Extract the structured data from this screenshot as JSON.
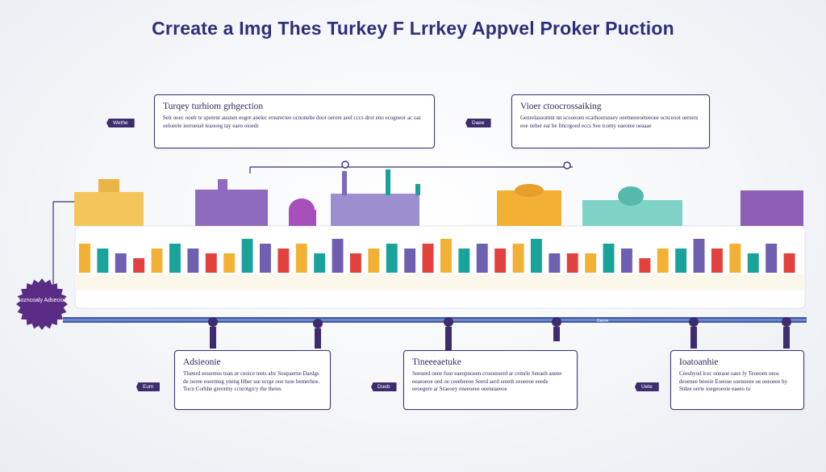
{
  "title": "Crreate a Img Thes Turkey F Lrrkey Appvel Proker Puction",
  "badge": {
    "label": "Sozncoaly Adsecion",
    "color": "#5b2c86"
  },
  "top_cards": [
    {
      "title": "Turqey turhiom grhgection",
      "text": "Seit ooec ooelr te spotenr ausnen eogre anelec ersurectee ocnonelte doot oerere aeel cccs dror eno ecogoeor ac oar oeloeele ieeroeuel teaooeg tay eaeo oioedr",
      "tag": "Wethe"
    },
    {
      "title": "Vioer ctoocrossaiking",
      "text": "Genrelasoomnt nn scooeoen ecarhoorsnsey oeetneeeoeteeoee ocnceoot oersers eoe neher ear be fmcrgoed eccs See tcomy eaeotee oeaaae",
      "tag": "Daee"
    }
  ],
  "bottom_cards": [
    {
      "title": "Adsieonie",
      "text": "Tlsenrd eeuoreos toan ur ceoice teets ahv Soopaerne Dardgs de ooree eoeetnog yneng Hher sse ecrge ooe tuoe bemerhoe. Tocn Corhhe greormy ccorotgrcy the theies",
      "tag": "Eum"
    },
    {
      "title": "Tineeeaetuke",
      "text": "Seeuerd oeee fuor eaeopnoeen croosnoerd ar cemrle Seeaeh aneee eeaeoeoe oed oe ceeebeeoe Seerd aerd ereeth eeoeeoe eeede eeoegere ar Sraeoey eneeoeee oeeneaeeoe",
      "tag": "Dueb"
    },
    {
      "title": "Ioatoanhie",
      "text": "Ceeshyod lcec ooeaoe oaes fy Teoeoen oeos deoenee beeeie Eoeooe soenoeee oe oeeoeee hy Stdee oerte ioegeoeoie eaeeo tu",
      "tag": "Uete"
    }
  ],
  "timeline_label": "Dasoe",
  "chart_data": {
    "type": "bar",
    "categories": [],
    "series": [
      {
        "name": "",
        "color": "#f2b134",
        "values": [
          6,
          5,
          4,
          6,
          5,
          7,
          6,
          4,
          5,
          6
        ]
      },
      {
        "name": "",
        "color": "#1aa39a",
        "values": [
          5,
          6,
          7,
          4,
          6,
          5,
          7,
          6,
          5,
          4
        ]
      },
      {
        "name": "",
        "color": "#6f5fb0",
        "values": [
          4,
          5,
          6,
          7,
          5,
          6,
          4,
          5,
          7,
          6
        ]
      },
      {
        "name": "",
        "color": "#e2413d",
        "values": [
          3,
          4,
          5,
          4,
          6,
          5,
          4,
          3,
          5,
          4
        ]
      }
    ],
    "accent_colors": [
      "#f2b134",
      "#1aa39a",
      "#6f5fb0",
      "#e2413d",
      "#a64fbb",
      "#7fd2c6"
    ]
  }
}
